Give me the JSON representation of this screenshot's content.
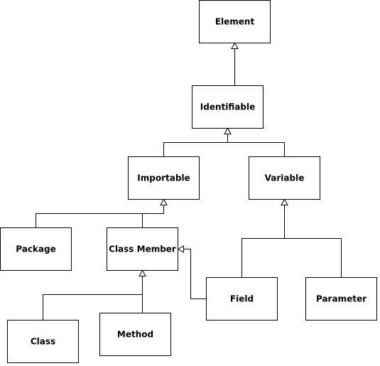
{
  "diagram": {
    "type": "class-inheritance",
    "nodes": {
      "element": "Element",
      "identifiable": "Identifiable",
      "importable": "Importable",
      "variable": "Variable",
      "package": "Package",
      "class_member": "Class Member",
      "field": "Field",
      "parameter": "Parameter",
      "class": "Class",
      "method": "Method"
    },
    "inheritance": [
      {
        "child": "Identifiable",
        "parent": "Element"
      },
      {
        "child": "Importable",
        "parent": "Identifiable"
      },
      {
        "child": "Variable",
        "parent": "Identifiable"
      },
      {
        "child": "Package",
        "parent": "Importable"
      },
      {
        "child": "Class Member",
        "parent": "Importable"
      },
      {
        "child": "Field",
        "parent": "Variable"
      },
      {
        "child": "Parameter",
        "parent": "Variable"
      },
      {
        "child": "Field",
        "parent": "Class Member"
      },
      {
        "child": "Class",
        "parent": "Class Member"
      },
      {
        "child": "Method",
        "parent": "Class Member"
      }
    ]
  }
}
